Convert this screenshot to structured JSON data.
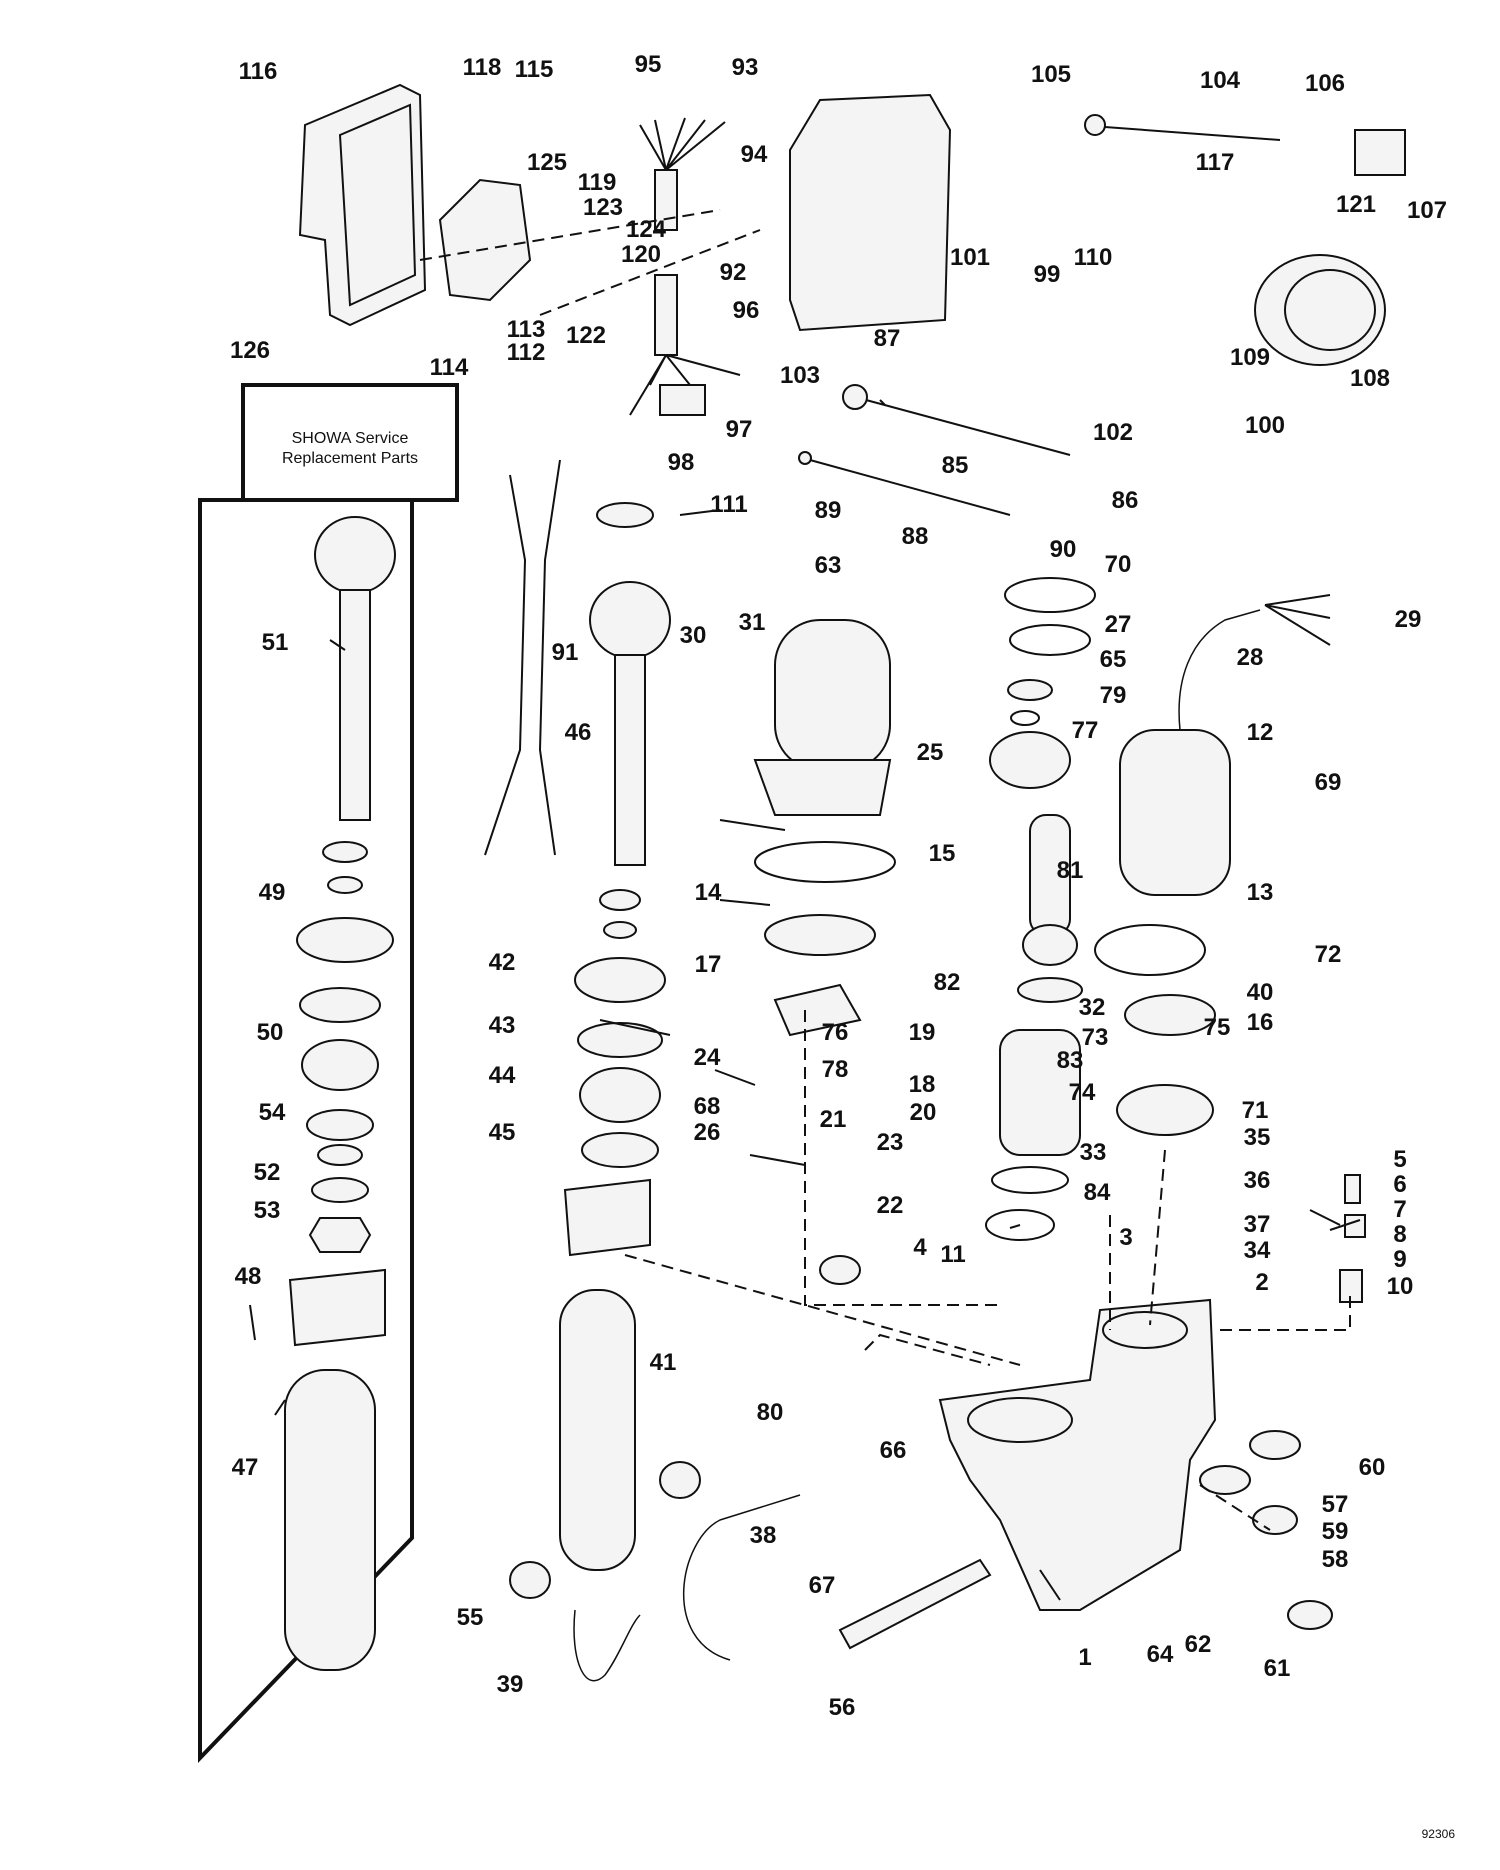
{
  "box": {
    "line1": "SHOWA Service",
    "line2": "Replacement Parts"
  },
  "drawing_code": "92306",
  "labels": [
    "1",
    "2",
    "3",
    "4",
    "5",
    "6",
    "7",
    "8",
    "9",
    "10",
    "11",
    "12",
    "13",
    "14",
    "15",
    "16",
    "17",
    "18",
    "19",
    "20",
    "21",
    "22",
    "23",
    "24",
    "25",
    "26",
    "27",
    "28",
    "29",
    "30",
    "31",
    "32",
    "33",
    "34",
    "35",
    "36",
    "37",
    "38",
    "39",
    "40",
    "41",
    "42",
    "43",
    "44",
    "45",
    "46",
    "47",
    "48",
    "49",
    "50",
    "51",
    "52",
    "53",
    "54",
    "55",
    "56",
    "57",
    "58",
    "59",
    "60",
    "61",
    "62",
    "63",
    "64",
    "65",
    "66",
    "67",
    "68",
    "69",
    "70",
    "71",
    "72",
    "73",
    "74",
    "75",
    "76",
    "77",
    "78",
    "79",
    "80",
    "81",
    "82",
    "83",
    "84",
    "85",
    "86",
    "87",
    "88",
    "89",
    "90",
    "91",
    "92",
    "93",
    "94",
    "95",
    "96",
    "97",
    "98",
    "99",
    "100",
    "101",
    "102",
    "103",
    "104",
    "105",
    "106",
    "107",
    "108",
    "109",
    "110",
    "111",
    "112",
    "113",
    "114",
    "115",
    "116",
    "117",
    "118",
    "119",
    "120",
    "121",
    "122",
    "123",
    "124",
    "125",
    "126"
  ]
}
